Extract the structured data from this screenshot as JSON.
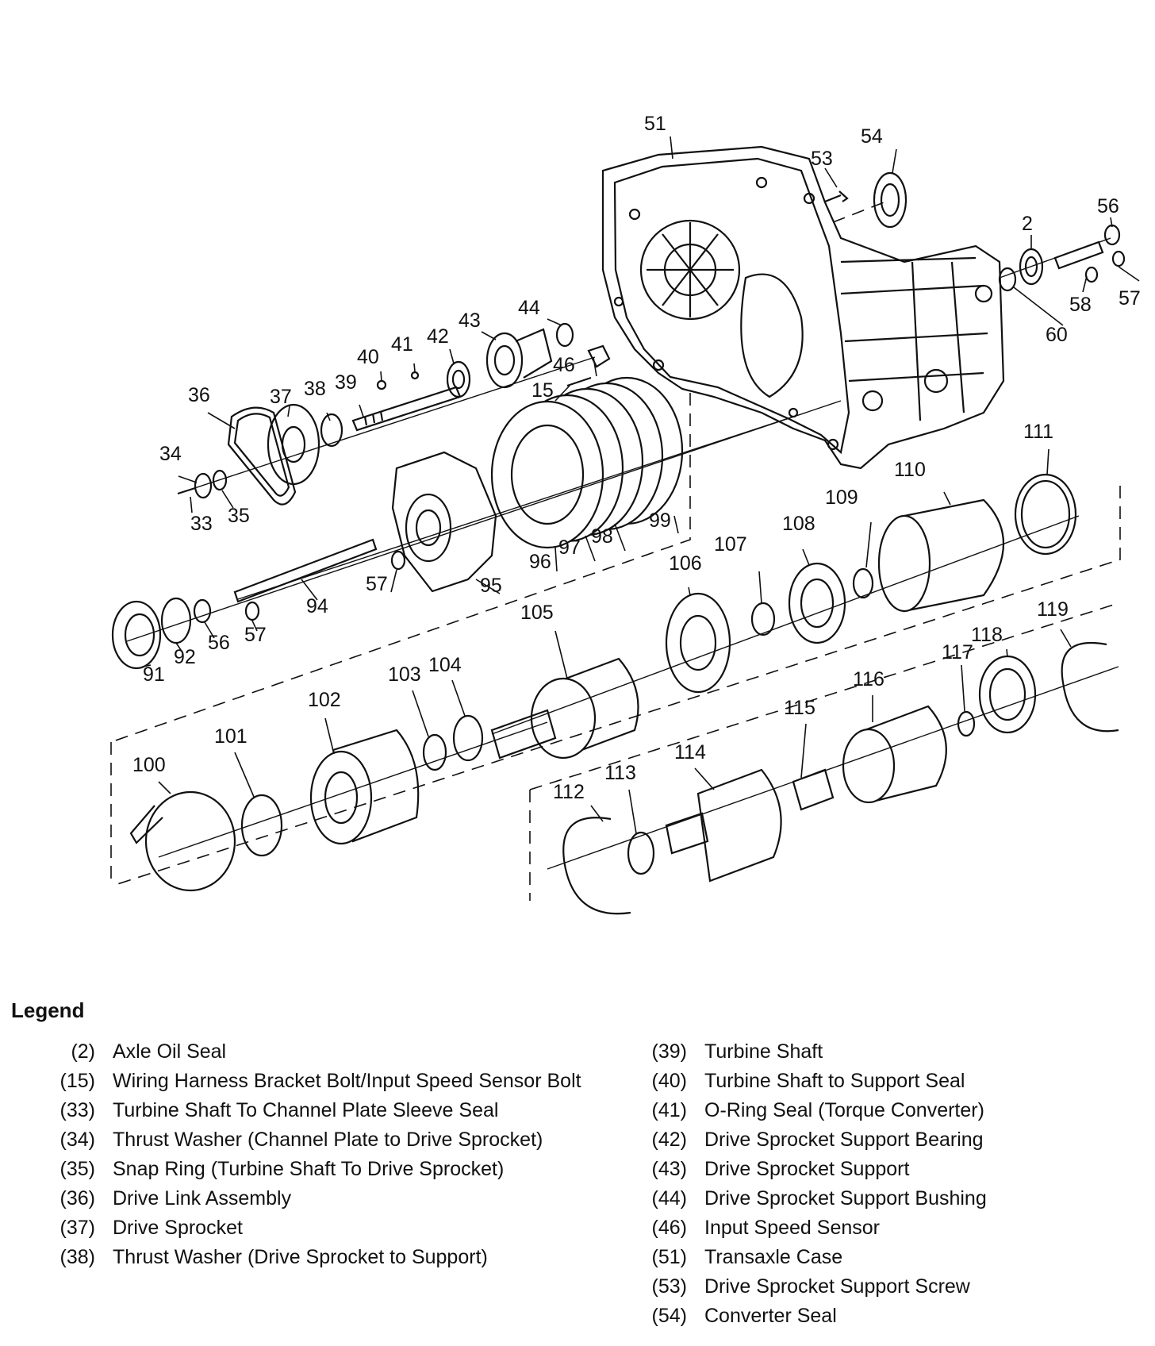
{
  "callouts": [
    {
      "label": "51"
    },
    {
      "label": "53"
    },
    {
      "label": "54"
    },
    {
      "label": "56"
    },
    {
      "label": "2"
    },
    {
      "label": "58"
    },
    {
      "label": "57"
    },
    {
      "label": "60"
    },
    {
      "label": "44"
    },
    {
      "label": "43"
    },
    {
      "label": "42"
    },
    {
      "label": "41"
    },
    {
      "label": "40"
    },
    {
      "label": "46"
    },
    {
      "label": "15"
    },
    {
      "label": "39"
    },
    {
      "label": "38"
    },
    {
      "label": "37"
    },
    {
      "label": "36"
    },
    {
      "label": "34"
    },
    {
      "label": "33"
    },
    {
      "label": "35"
    },
    {
      "label": "111"
    },
    {
      "label": "110"
    },
    {
      "label": "109"
    },
    {
      "label": "99"
    },
    {
      "label": "98"
    },
    {
      "label": "97"
    },
    {
      "label": "96"
    },
    {
      "label": "108"
    },
    {
      "label": "107"
    },
    {
      "label": "106"
    },
    {
      "label": "95"
    },
    {
      "label": "57"
    },
    {
      "label": "94"
    },
    {
      "label": "57"
    },
    {
      "label": "56"
    },
    {
      "label": "92"
    },
    {
      "label": "91"
    },
    {
      "label": "105"
    },
    {
      "label": "119"
    },
    {
      "label": "118"
    },
    {
      "label": "117"
    },
    {
      "label": "116"
    },
    {
      "label": "115"
    },
    {
      "label": "114"
    },
    {
      "label": "113"
    },
    {
      "label": "112"
    },
    {
      "label": "104"
    },
    {
      "label": "103"
    },
    {
      "label": "102"
    },
    {
      "label": "101"
    },
    {
      "label": "100"
    }
  ],
  "legend": {
    "title": "Legend",
    "left": [
      {
        "num": "(2)",
        "desc": "Axle Oil Seal"
      },
      {
        "num": "(15)",
        "desc": "Wiring Harness Bracket Bolt/Input Speed Sensor Bolt"
      },
      {
        "num": "(33)",
        "desc": "Turbine Shaft To Channel Plate Sleeve Seal"
      },
      {
        "num": "(34)",
        "desc": "Thrust Washer (Channel Plate to Drive Sprocket)"
      },
      {
        "num": "(35)",
        "desc": "Snap Ring (Turbine Shaft To Drive Sprocket)"
      },
      {
        "num": "(36)",
        "desc": "Drive Link Assembly"
      },
      {
        "num": "(37)",
        "desc": "Drive Sprocket"
      },
      {
        "num": "(38)",
        "desc": "Thrust Washer (Drive Sprocket to Support)"
      }
    ],
    "right": [
      {
        "num": "(39)",
        "desc": "Turbine Shaft"
      },
      {
        "num": "(40)",
        "desc": "Turbine Shaft to Support Seal"
      },
      {
        "num": "(41)",
        "desc": "O-Ring Seal (Torque Converter)"
      },
      {
        "num": "(42)",
        "desc": "Drive Sprocket Support Bearing"
      },
      {
        "num": "(43)",
        "desc": "Drive Sprocket Support"
      },
      {
        "num": "(44)",
        "desc": "Drive Sprocket Support Bushing"
      },
      {
        "num": "(46)",
        "desc": "Input Speed Sensor"
      },
      {
        "num": "(51)",
        "desc": "Transaxle Case"
      },
      {
        "num": "(53)",
        "desc": "Drive Sprocket Support Screw"
      },
      {
        "num": "(54)",
        "desc": "Converter Seal"
      }
    ]
  }
}
